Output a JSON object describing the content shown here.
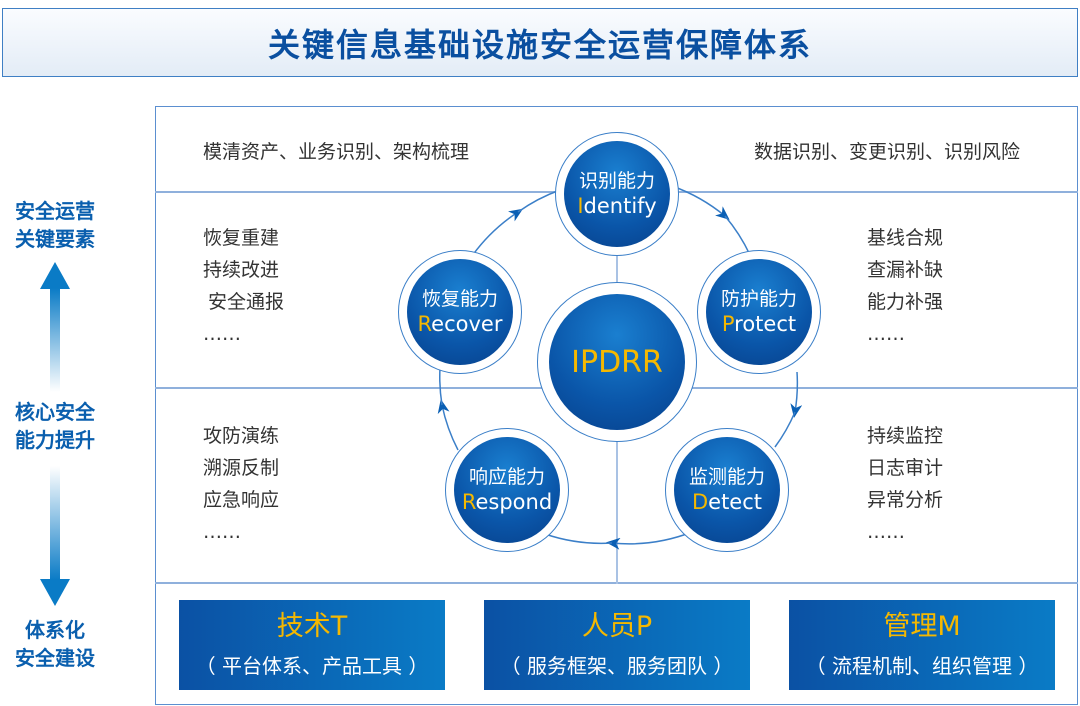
{
  "title": "关键信息基础设施安全运营保障体系",
  "side": {
    "top": [
      "安全运营",
      "关键要素"
    ],
    "middle": [
      "核心安全",
      "能力提升"
    ],
    "bottom": [
      "体系化",
      "安全建设"
    ]
  },
  "notes": {
    "top_left": "模清资产、业务识别、架构梳理",
    "top_right": "数据识别、变更识别、识别风险",
    "recover": [
      "恢复重建",
      "持续改进",
      "安全通报",
      "……"
    ],
    "protect": [
      "基线合规",
      "查漏补缺",
      "能力补强",
      "……"
    ],
    "respond": [
      "攻防演练",
      "溯源反制",
      "应急响应",
      "……"
    ],
    "detect": [
      "持续监控",
      "日志审计",
      "异常分析",
      "……"
    ]
  },
  "center": "IPDRR",
  "nodes": {
    "identify": {
      "cn": "识别能力",
      "initial": "I",
      "rest": "dentify"
    },
    "protect": {
      "cn": "防护能力",
      "initial": "P",
      "rest": "rotect"
    },
    "detect": {
      "cn": "监测能力",
      "initial": "D",
      "rest": "etect"
    },
    "respond": {
      "cn": "响应能力",
      "initial": "R",
      "rest": "espond"
    },
    "recover": {
      "cn": "恢复能力",
      "initial": "R",
      "rest": "ecover"
    }
  },
  "pillars": [
    {
      "title": "技术T",
      "sub": "（ 平台体系、产品工具 ）"
    },
    {
      "title": "人员P",
      "sub": "（ 服务框架、服务团队 ）"
    },
    {
      "title": "管理M",
      "sub": "（ 流程机制、组织管理 ）"
    }
  ],
  "colors": {
    "primary": "#0a55a8",
    "accent": "#f5b800",
    "line": "#3b7fc8"
  }
}
